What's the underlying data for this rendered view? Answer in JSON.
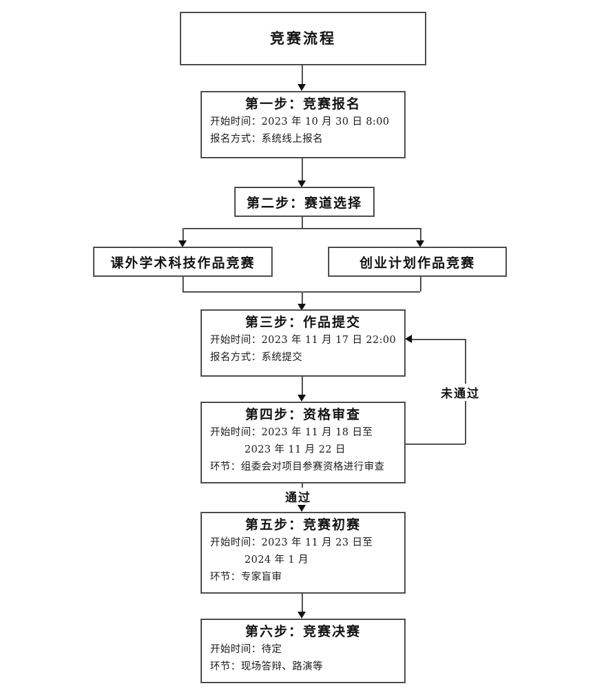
{
  "diagram": {
    "title": "竞赛流程",
    "nodes": {
      "root": {
        "label": "竞赛流程"
      },
      "step1": {
        "title": "第一步：竞赛报名",
        "lines": [
          "开始时间：2023 年 10 月 30 日 8:00",
          "报名方式：系统线上报名"
        ]
      },
      "step2": {
        "title": "第二步：赛道选择"
      },
      "branch_left": {
        "label": "课外学术科技作品竞赛"
      },
      "branch_right": {
        "label": "创业计划作品竞赛"
      },
      "step3": {
        "title": "第三步：作品提交",
        "lines": [
          "开始时间：2023 年 11 月 17 日 22:00",
          "报名方式：系统提交"
        ]
      },
      "step4": {
        "title": "第四步：资格审查",
        "lines": [
          "开始时间：2023 年 11 月 18 日至",
          "2023 年 11 月 22 日",
          "环节：组委会对项目参赛资格进行审查"
        ]
      },
      "step5": {
        "title": "第五步：竞赛初赛",
        "lines": [
          "开始时间：2023 年 11 月 23 日至",
          "2024 年 1 月",
          "环节：专家盲审"
        ]
      },
      "step6": {
        "title": "第六步：竞赛决赛",
        "lines": [
          "开始时间：待定",
          "环节：现场答辩、路演等"
        ]
      }
    },
    "edge_labels": {
      "rejected": "未通过",
      "passed": "通过"
    },
    "colors": {
      "line": "#2b2b2b",
      "line_shadow": "#777777",
      "text": "#121212",
      "background": "#ffffff"
    }
  }
}
